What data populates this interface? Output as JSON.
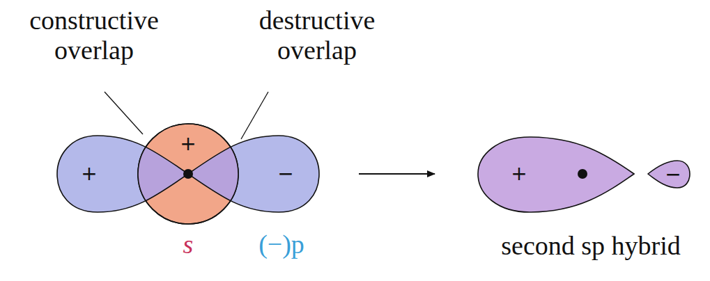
{
  "diagram": {
    "nodes": [
      {
        "text": [
          "+"
        ]
      },
      {
        "text": [
          "+"
        ]
      },
      {
        "text": [
          "−"
        ]
      },
      {
        "text": [
          "+"
        ]
      },
      {
        "text": [
          "−"
        ]
      }
    ],
    "labels": [
      "constructive overlap",
      "destructive overlap",
      "s",
      "(−)p",
      "second sp hybrid"
    ]
  }
}
